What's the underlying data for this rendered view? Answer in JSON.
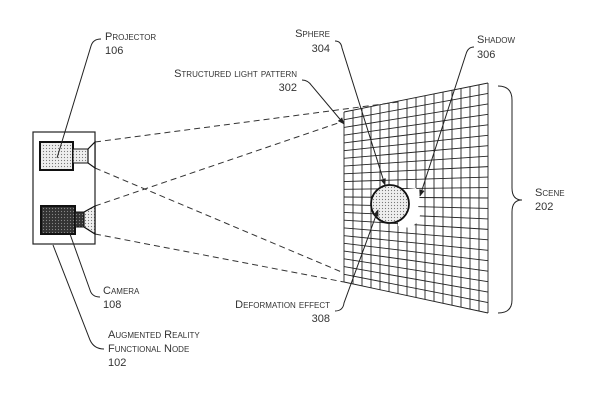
{
  "labels": {
    "projector": {
      "name": "Projector",
      "ref": "106"
    },
    "camera": {
      "name": "Camera",
      "ref": "108"
    },
    "node": {
      "name_line1": "Augmented Reality",
      "name_line2": "Functional Node",
      "ref": "102"
    },
    "sphere": {
      "name": "Sphere",
      "ref": "304"
    },
    "shadow": {
      "name": "Shadow",
      "ref": "306"
    },
    "pattern": {
      "name": "Structured light pattern",
      "ref": "302"
    },
    "deformation": {
      "name": "Deformation effect",
      "ref": "308"
    },
    "scene": {
      "name": "Scene",
      "ref": "202"
    }
  },
  "colors": {
    "line": "#222222",
    "projector_fill": "#d8d8d8",
    "camera_fill": "#333333",
    "sphere_fill": "#dcdcdc"
  }
}
